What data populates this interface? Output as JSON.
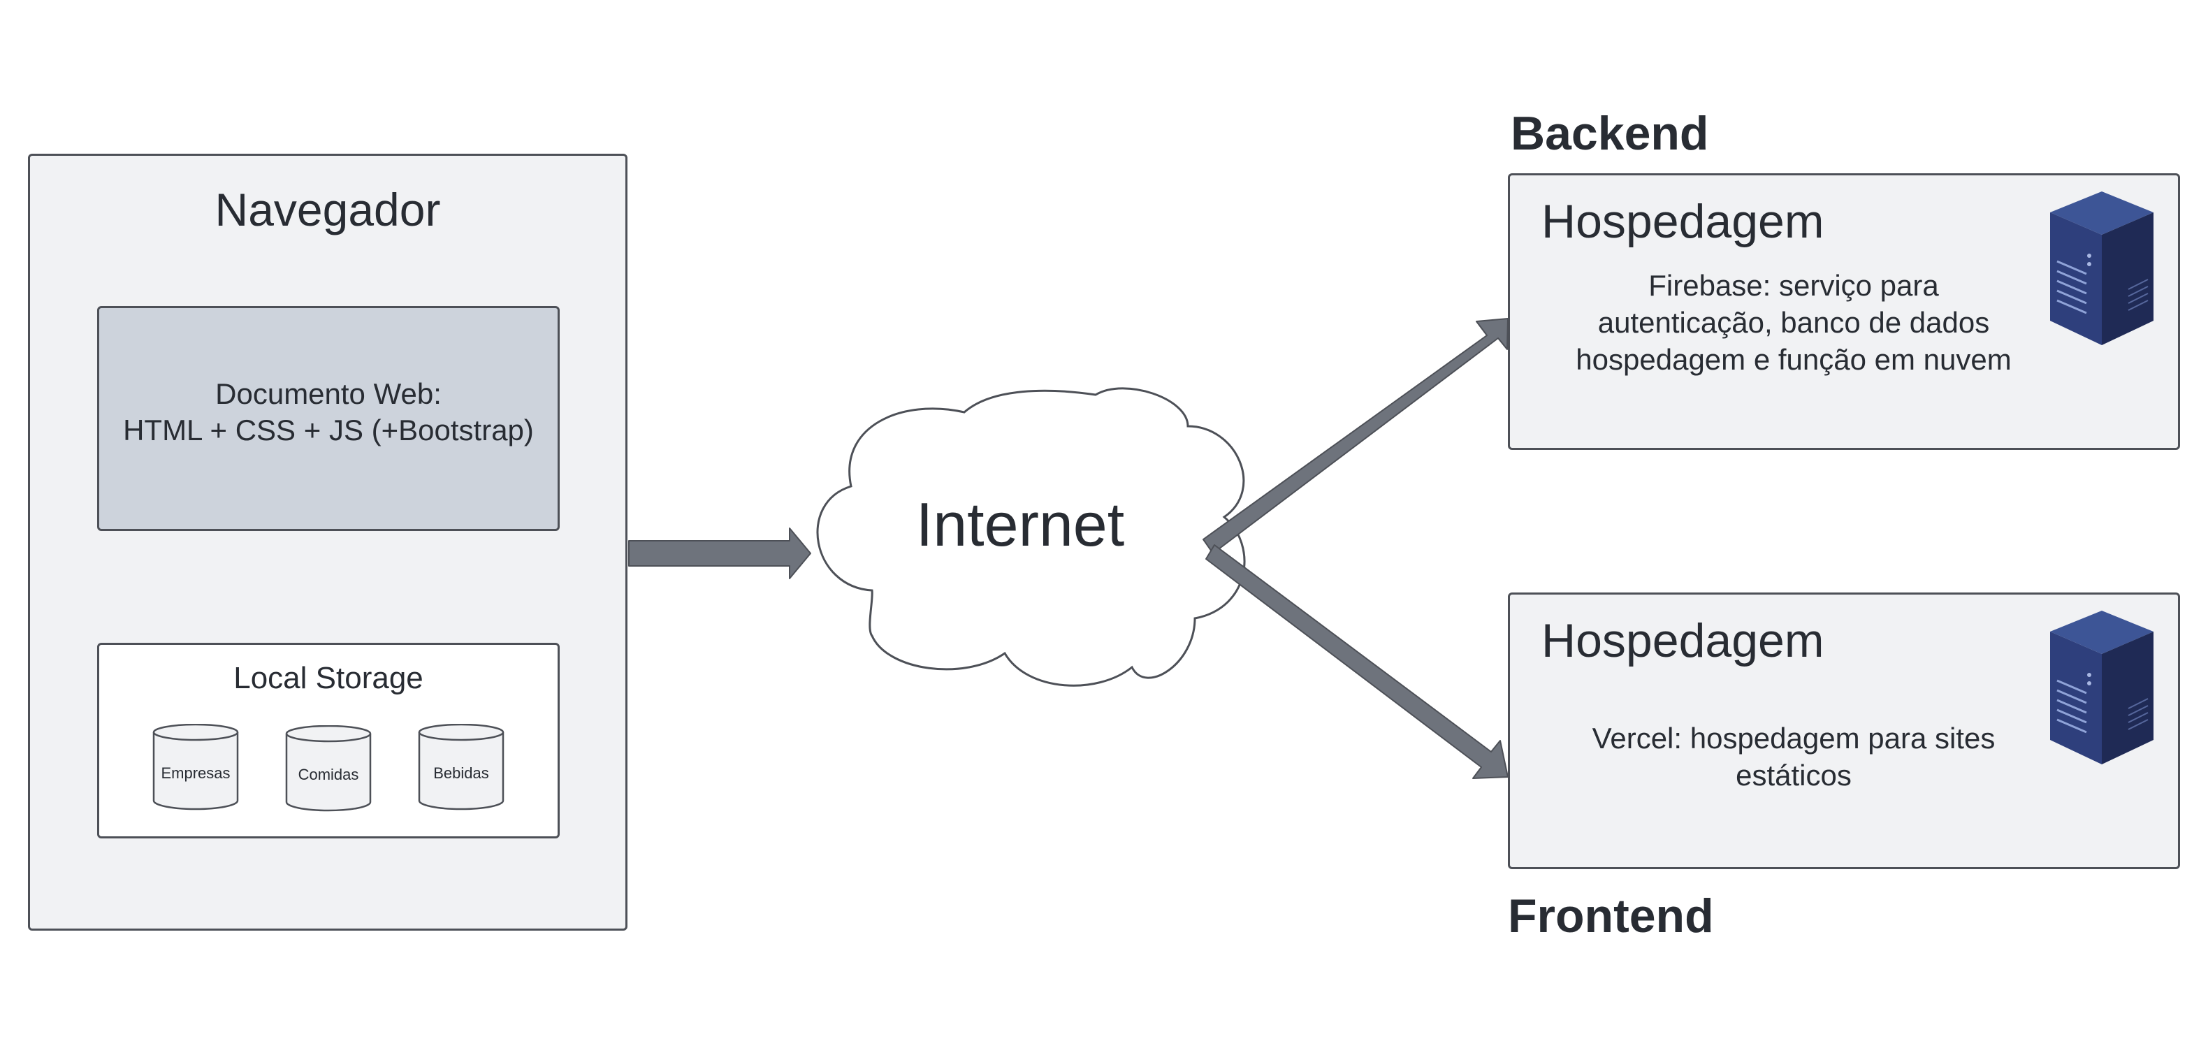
{
  "navegador": {
    "title": "Navegador",
    "document": {
      "line1": "Documento Web:",
      "line2": "HTML + CSS + JS (+Bootstrap)"
    },
    "local_storage": {
      "title": "Local Storage",
      "stores": [
        "Empresas",
        "Comidas",
        "Bebidas"
      ]
    }
  },
  "internet": {
    "label": "Internet"
  },
  "backend": {
    "heading": "Backend",
    "title": "Hospedagem",
    "description": "Firebase: serviço para autenticação, banco de dados hospedagem e função em nuvem"
  },
  "frontend": {
    "heading": "Frontend",
    "title": "Hospedagem",
    "description": "Vercel: hospedagem para sites estáticos"
  },
  "icons": [
    "server-icon",
    "server-icon",
    "database-cylinder-icon",
    "cloud-icon"
  ],
  "colors": {
    "arrow": "#6e737c",
    "box_fill": "#f1f2f4",
    "doc_fill": "#cdd3dc",
    "server_blue": "#2e3f7c"
  }
}
